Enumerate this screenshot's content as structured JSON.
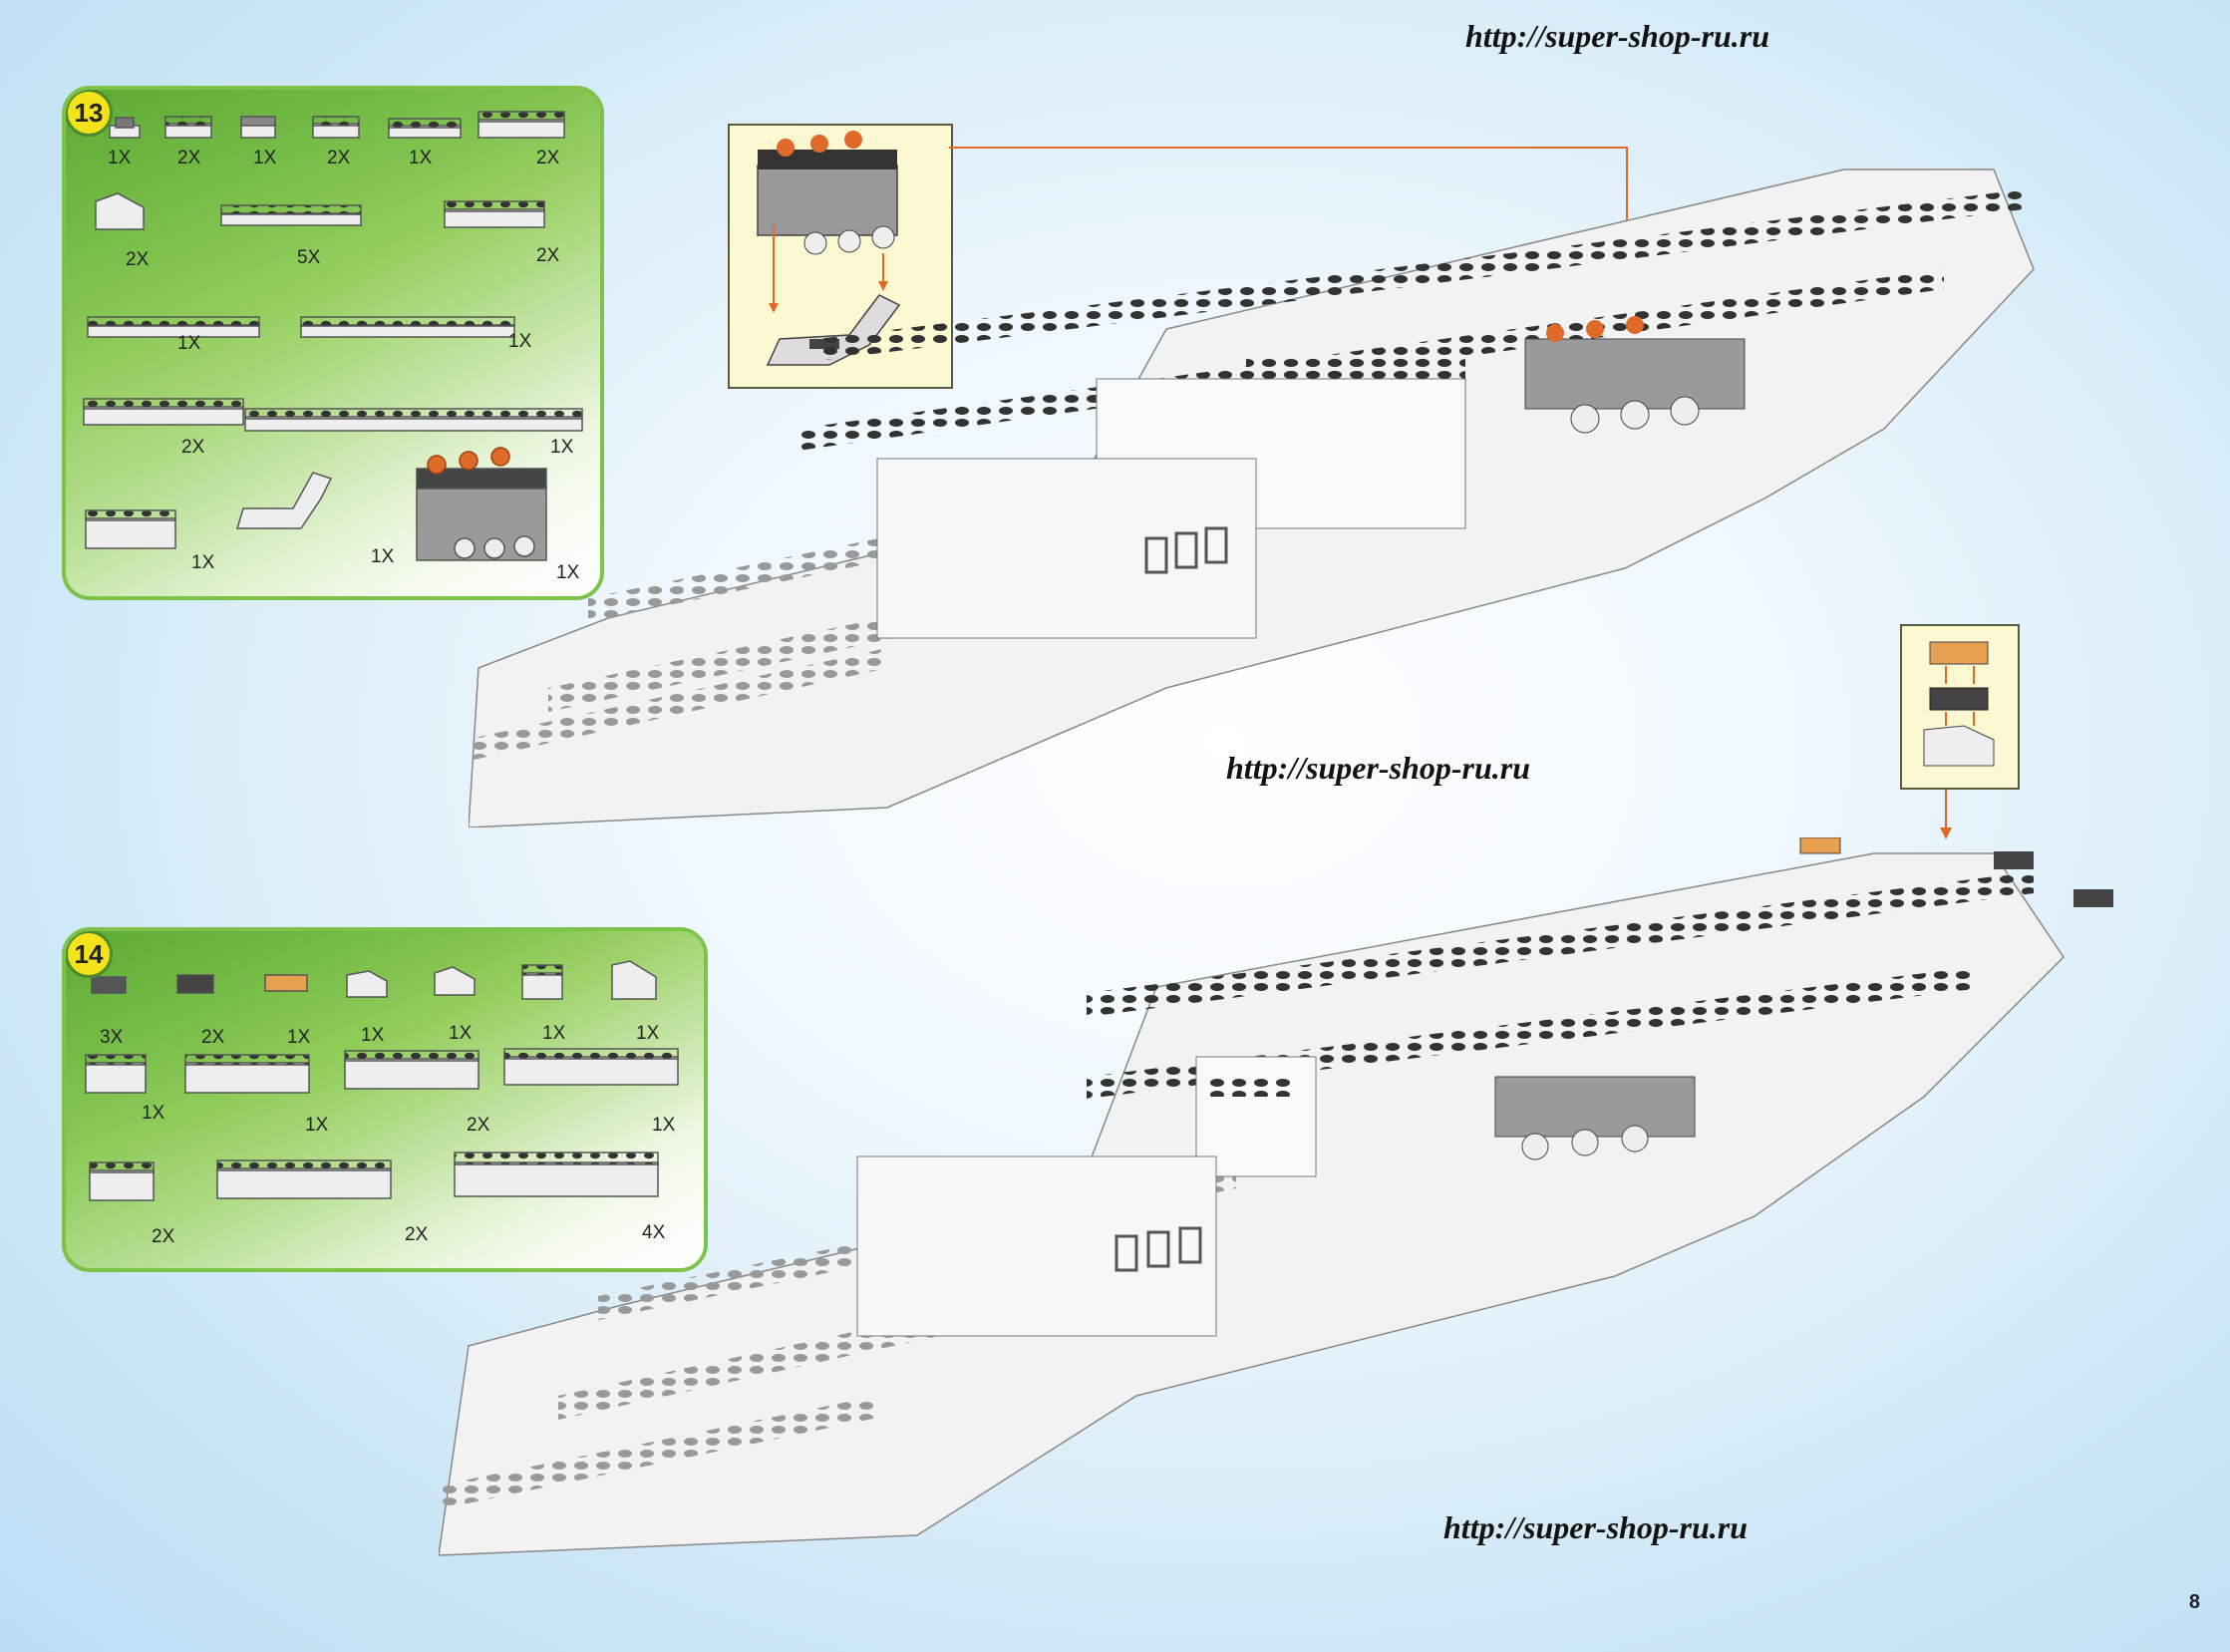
{
  "watermarks": [
    "http://super-shop-ru.ru",
    "http://super-shop-ru.ru",
    "http://super-shop-ru.ru"
  ],
  "page_number": "8",
  "steps": [
    {
      "number": "13",
      "quantities": [
        "1X",
        "2X",
        "1X",
        "2X",
        "1X",
        "2X",
        "2X",
        "5X",
        "2X",
        "1X",
        "1X",
        "2X",
        "1X",
        "1X",
        "1X",
        "1X"
      ]
    },
    {
      "number": "14",
      "quantities": [
        "3X",
        "2X",
        "1X",
        "1X",
        "1X",
        "1X",
        "1X",
        "1X",
        "1X",
        "2X",
        "1X",
        "2X",
        "2X",
        "4X"
      ]
    }
  ],
  "colors": {
    "panel_green": "#7fc24a",
    "badge_yellow": "#f4e21a",
    "brick_grey": "#6b6b6b",
    "brick_light": "#eeeeee",
    "accent_orange": "#e06a2a",
    "callout_bg": "#fbf8d2"
  }
}
